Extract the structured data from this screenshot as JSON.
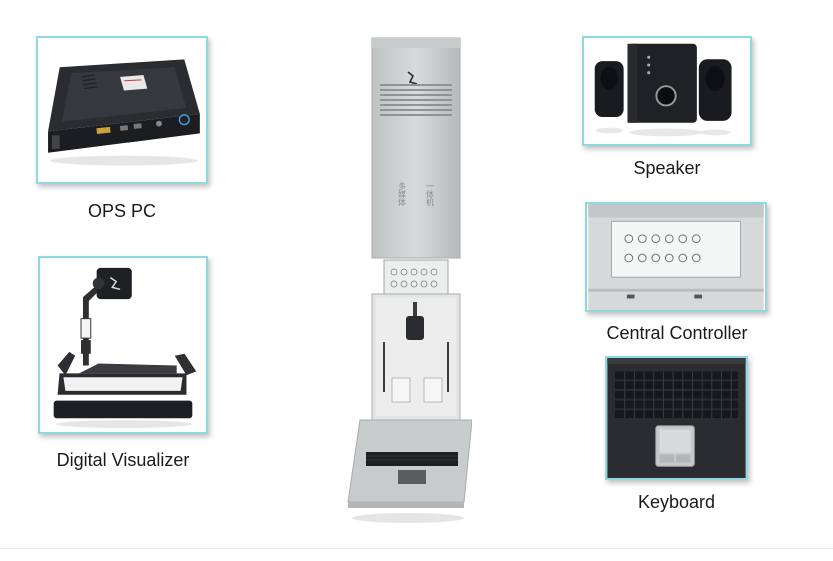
{
  "components": {
    "ops_pc": {
      "caption": "OPS PC",
      "icon": "mini-pc-icon"
    },
    "digital_visualizer": {
      "caption": "Digital Visualizer",
      "icon": "document-camera-icon"
    },
    "speaker": {
      "caption": "Speaker",
      "icon": "speaker-set-icon"
    },
    "central_controller": {
      "caption": "Central Controller",
      "icon": "control-panel-icon"
    },
    "keyboard": {
      "caption": "Keyboard",
      "icon": "keyboard-touchpad-icon"
    }
  },
  "kiosk": {
    "icon": "podium-kiosk-icon",
    "panel_text_left": "多媒体",
    "panel_text_right": "一体机"
  },
  "colors": {
    "frame_border": "#8fd8e0",
    "kiosk_body": "#cfd2d3"
  }
}
